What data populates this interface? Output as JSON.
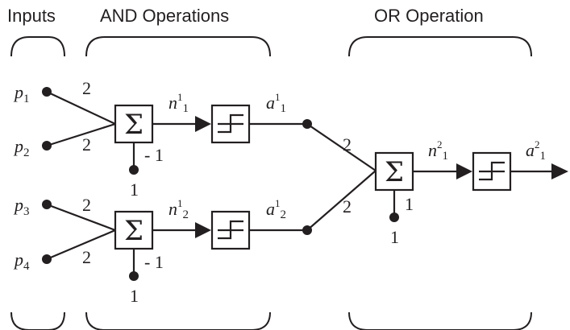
{
  "headers": {
    "inputs": "Inputs",
    "and_ops": "AND Operations",
    "or_op": "OR Operation"
  },
  "sum_symbol": "Σ",
  "inputs": [
    {
      "base": "p",
      "sub": "1"
    },
    {
      "base": "p",
      "sub": "2"
    },
    {
      "base": "p",
      "sub": "3"
    },
    {
      "base": "p",
      "sub": "4"
    }
  ],
  "weights": {
    "w1": "2",
    "w2": "2",
    "w3": "2",
    "w4": "2",
    "or_top": "2",
    "or_bottom": "2"
  },
  "biases": {
    "and1_label": "- 1",
    "and1_input": "1",
    "and2_label": "- 1",
    "and2_input": "1",
    "or_label": "1",
    "or_input": "1"
  },
  "signals": {
    "n1_1": {
      "base": "n",
      "sup": "1",
      "sub": "1"
    },
    "a1_1": {
      "base": "a",
      "sup": "1",
      "sub": "1"
    },
    "n1_2": {
      "base": "n",
      "sup": "1",
      "sub": "2"
    },
    "a1_2": {
      "base": "a",
      "sup": "1",
      "sub": "2"
    },
    "n2_1": {
      "base": "n",
      "sup": "2",
      "sub": "1"
    },
    "a2_1": {
      "base": "a",
      "sup": "2",
      "sub": "1"
    }
  }
}
